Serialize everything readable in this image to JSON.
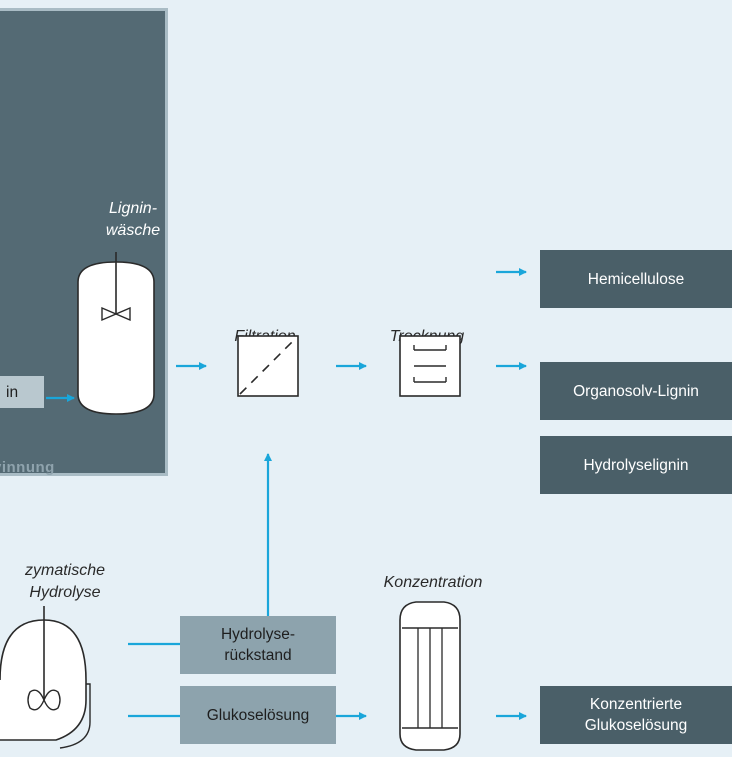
{
  "panel": {
    "footer": "vinnung",
    "lignin_box": "in"
  },
  "labels": {
    "lignin_wash": "Lignin-\nwäsche",
    "filtration": "Filtration",
    "drying": "Trocknung",
    "enzymatic": "zymatische\nHydrolyse",
    "concentration": "Konzentration"
  },
  "boxes": {
    "hemicellulose": "Hemicellulose",
    "organosolv": "Organosolv-Lignin",
    "hydrolysis_lignin": "Hydrolyselignin",
    "hydrolysis_residue": "Hydrolyse-\nrückstand",
    "glucose_solution": "Glukoselösung",
    "concentrated": "Konzentrierte\nGlukoselösung"
  },
  "colors": {
    "background": "#e6f0f6",
    "panel": "#546a74",
    "panel_border": "#a9bcc5",
    "arrow": "#1aa6da",
    "product_box": "#4a5f68",
    "stream_box": "#8da3ad"
  }
}
